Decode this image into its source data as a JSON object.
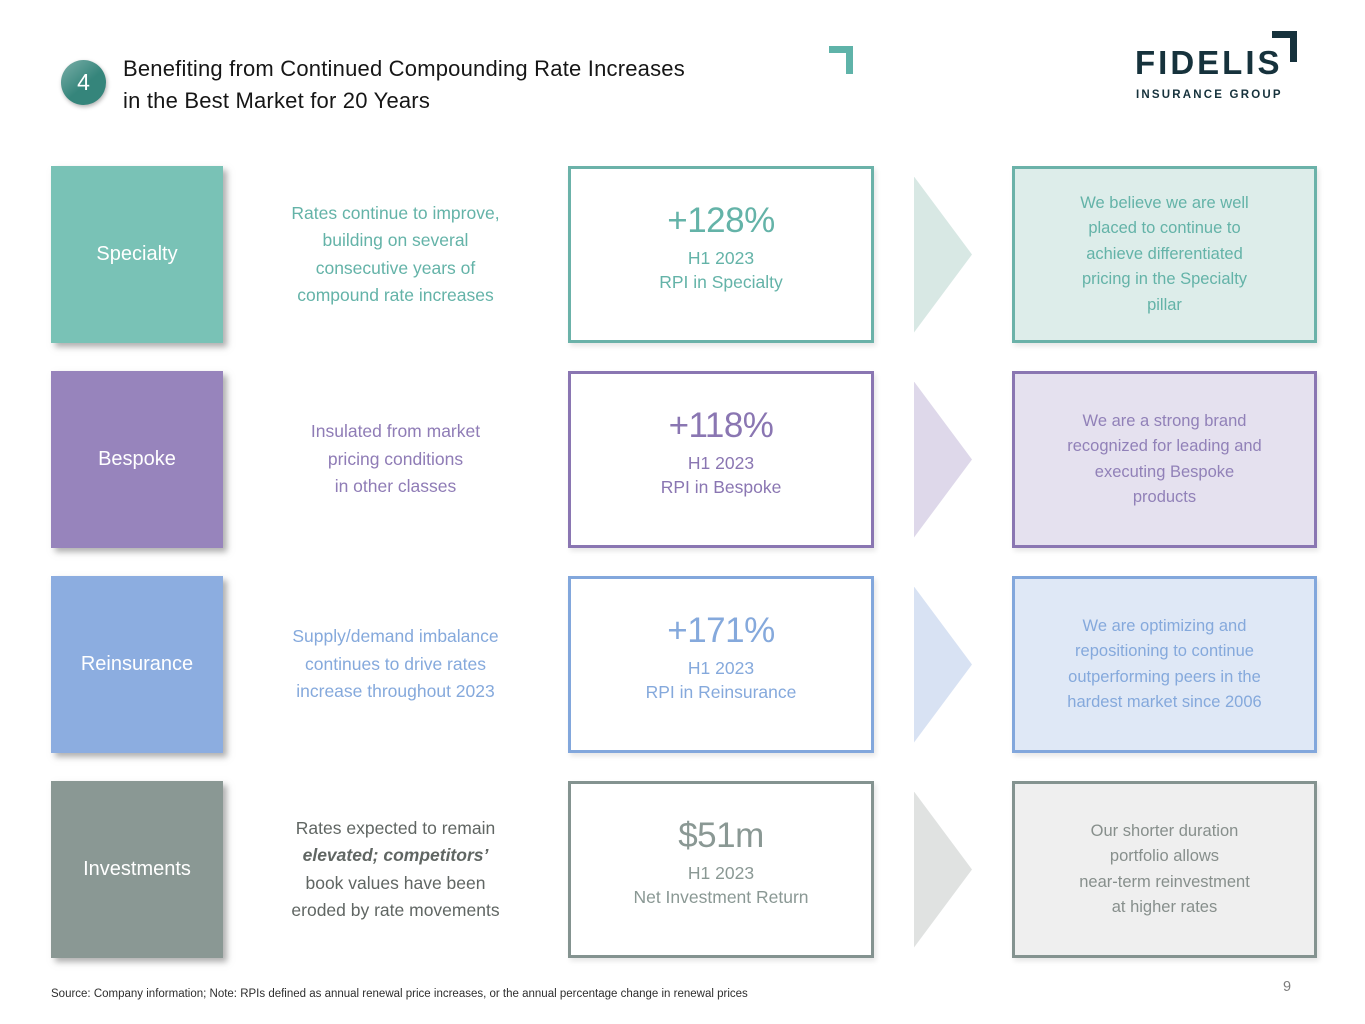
{
  "header": {
    "badge_number": "4",
    "title_line1": "Benefiting from Continued Compounding Rate Increases",
    "title_line2": "in the Best Market for 20 Years",
    "accent_color": "#5fb3a9",
    "badge_color": "#35857b"
  },
  "logo": {
    "brand": "FIDELIS",
    "subtitle": "INSURANCE GROUP",
    "color": "#16323c"
  },
  "rows": [
    {
      "label": "Specialty",
      "desc_pre": "Rates continue to improve,\nbuilding on several\nconsecutive years of\ncompound rate increases",
      "desc_em": "",
      "desc_post": "",
      "stat_value": "+128%",
      "stat_period": "H1 2023",
      "stat_metric": "RPI in Specialty",
      "conclusion": "We believe we are well\nplaced to continue to\nachieve differentiated\npricing in the Specialty\npillar",
      "colors": {
        "label_bg": "#79c2b6",
        "accent": "#6bb2a9",
        "text": "#64b3a8",
        "desc_text": "#64b3a8",
        "arrow": "#d8e8e4",
        "panel_bg": "#ddedea",
        "panel_text": "#64b3a8"
      }
    },
    {
      "label": "Bespoke",
      "desc_pre": "Insulated from market\npricing conditions\nin other classes",
      "desc_em": "",
      "desc_post": "",
      "stat_value": "+118%",
      "stat_period": "H1 2023",
      "stat_metric": "RPI in Bespoke",
      "conclusion": "We are a strong brand\nrecognized for leading and\nexecuting Bespoke\nproducts",
      "colors": {
        "label_bg": "#9784bc",
        "accent": "#8a76b2",
        "text": "#8a76b2",
        "desc_text": "#8f7cb6",
        "arrow": "#ded8ea",
        "panel_bg": "#e5e1ef",
        "panel_text": "#9181b8"
      }
    },
    {
      "label": "Reinsurance",
      "desc_pre": "Supply/demand imbalance\ncontinues to drive rates\nincrease throughout 2023",
      "desc_em": "",
      "desc_post": "",
      "stat_value": "+171%",
      "stat_period": "H1 2023",
      "stat_metric": "RPI in Reinsurance",
      "conclusion": "We are optimizing and\nrepositioning to continue\noutperforming peers in the\nhardest market since 2006",
      "colors": {
        "label_bg": "#8cade0",
        "accent": "#82a7dc",
        "text": "#85a9dc",
        "desc_text": "#85a9dc",
        "arrow": "#d8e2f3",
        "panel_bg": "#dfe8f6",
        "panel_text": "#85a9dc"
      }
    },
    {
      "label": "Investments",
      "desc_pre": "Rates expected to remain\n",
      "desc_em": "elevated; competitors’",
      "desc_post": "\nbook values have been\neroded by rate movements",
      "stat_value": "$51m",
      "stat_period": "H1 2023",
      "stat_metric": "Net Investment Return",
      "conclusion": "Our shorter duration\nportfolio allows\nnear-term reinvestment\nat higher rates",
      "colors": {
        "label_bg": "#8a9894",
        "accent": "#849390",
        "text": "#8a9894",
        "desc_text": "#606663",
        "arrow": "#e0e2e1",
        "panel_bg": "#efefef",
        "panel_text": "#878f8c"
      }
    }
  ],
  "footer": {
    "source": "Source: Company information; Note: RPIs defined as annual renewal price increases, or the annual percentage change in renewal prices",
    "page_number": "9"
  }
}
